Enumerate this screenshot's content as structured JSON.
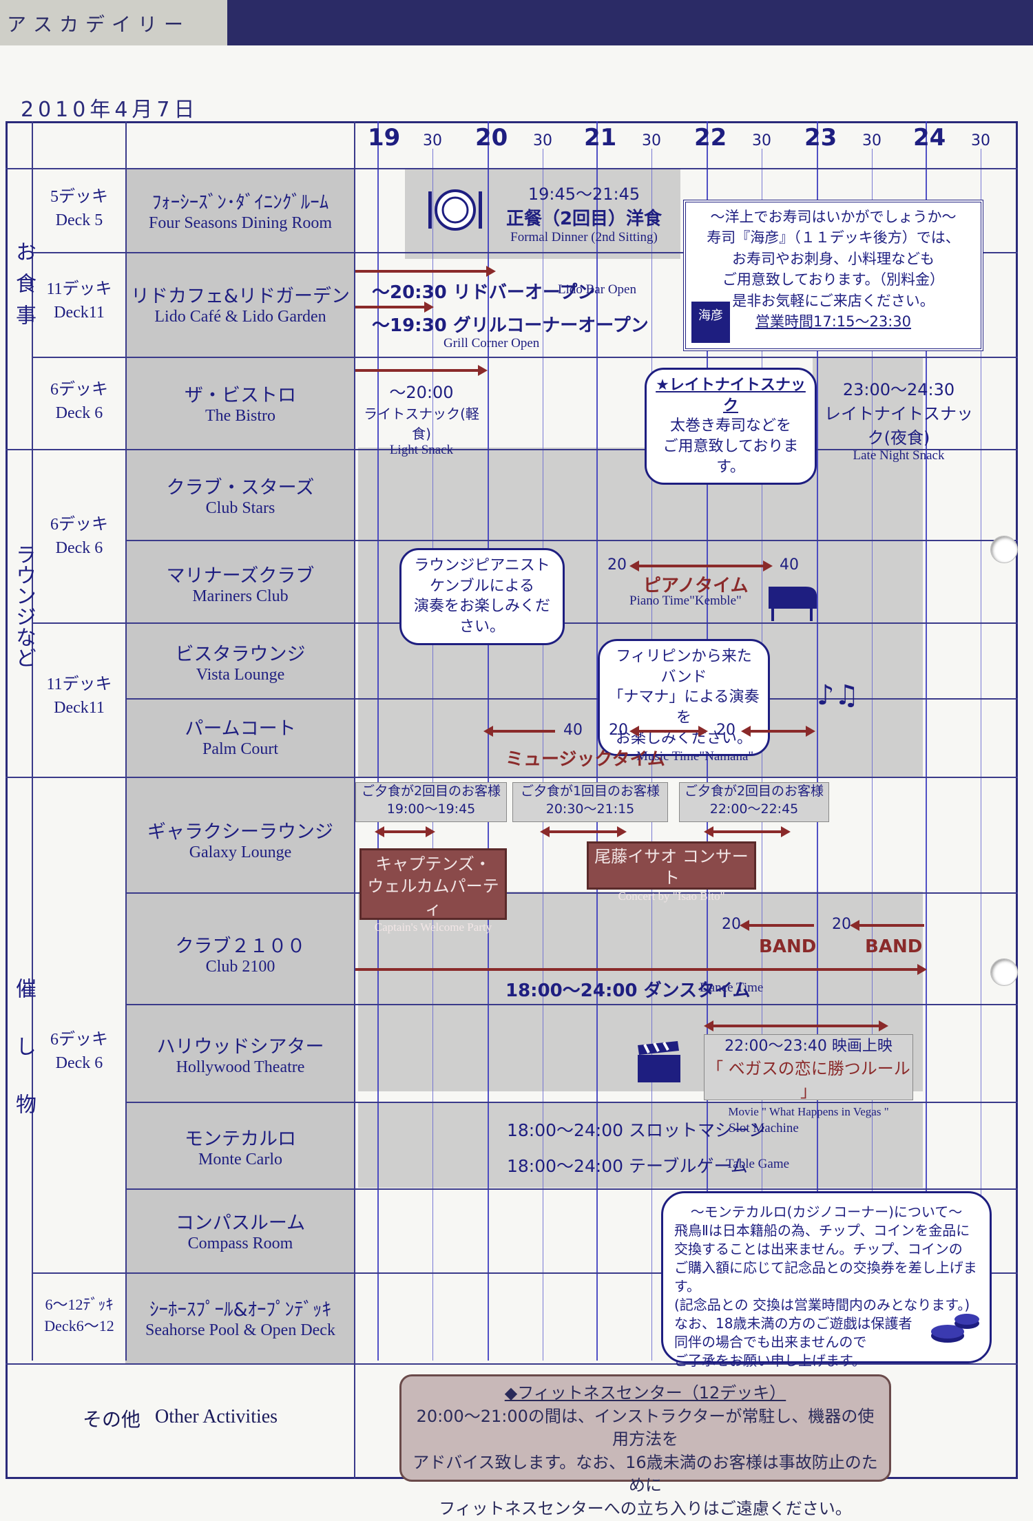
{
  "header": {
    "logo_text": "アスカデイリー"
  },
  "date": "2010年4月7日",
  "timeline": {
    "hours": [
      "19",
      "20",
      "21",
      "22",
      "23",
      "24"
    ],
    "half": "30"
  },
  "categories": {
    "dining": "お食事",
    "lounge": "ラウンジなど",
    "events": "催し物",
    "other_jp": "その他",
    "other_en": "Other Activities"
  },
  "decks": {
    "d5": {
      "jp": "5デッキ",
      "en": "Deck 5"
    },
    "d11a": {
      "jp": "11デッキ",
      "en": "Deck11"
    },
    "d6a": {
      "jp": "6デッキ",
      "en": "Deck 6"
    },
    "d6b": {
      "jp": "6デッキ",
      "en": "Deck 6"
    },
    "d11b": {
      "jp": "11デッキ",
      "en": "Deck11"
    },
    "d6c": {
      "jp": "6デッキ",
      "en": "Deck 6"
    },
    "d612": {
      "jp": "6〜12ﾃﾞｯｷ",
      "en": "Deck6〜12"
    }
  },
  "venues": {
    "four_seasons": {
      "jp": "ﾌｫｰｼｰｽﾞﾝ･ﾀﾞｲﾆﾝｸﾞﾙｰﾑ",
      "en": "Four Seasons Dining Room"
    },
    "lido": {
      "jp": "リドカフェ&リドガーデン",
      "en": "Lido Café & Lido Garden"
    },
    "bistro": {
      "jp": "ザ・ビストロ",
      "en": "The Bistro"
    },
    "club_stars": {
      "jp": "クラブ・スターズ",
      "en": "Club Stars"
    },
    "mariners": {
      "jp": "マリナーズクラブ",
      "en": "Mariners Club"
    },
    "vista": {
      "jp": "ビスタラウンジ",
      "en": "Vista Lounge"
    },
    "palm": {
      "jp": "パームコート",
      "en": "Palm Court"
    },
    "galaxy": {
      "jp": "ギャラクシーラウンジ",
      "en": "Galaxy Lounge"
    },
    "club2100": {
      "jp": "クラブ２１００",
      "en": "Club 2100"
    },
    "hollywood": {
      "jp": "ハリウッドシアター",
      "en": "Hollywood Theatre"
    },
    "monte": {
      "jp": "モンテカルロ",
      "en": "Monte Carlo"
    },
    "compass": {
      "jp": "コンパスルーム",
      "en": "Compass Room"
    },
    "seahorse": {
      "jp": "ｼｰﾎｰｽﾌﾟｰﾙ&ｵｰﾌﾟﾝﾃﾞｯｷ",
      "en": "Seahorse Pool & Open Deck"
    }
  },
  "events": {
    "dinner_time": "19:45〜21:45",
    "dinner_jp": "正餐（2回目）洋食",
    "dinner_en": "Formal Dinner (2nd Sitting)",
    "lido_bar": "〜20:30 リドバーオープン",
    "lido_bar_en": "Lido Bar Open",
    "grill": "〜19:30 グリルコーナーオープン",
    "grill_en": "Grill Corner Open",
    "bistro_time": "〜20:00",
    "bistro_jp": "ライトスナック(軽食)",
    "bistro_en": "Light Snack",
    "late_title": "★レイトナイトスナック",
    "late_l1": "太巻き寿司などを",
    "late_l2": "ご用意致しております。",
    "late_time": "23:00〜24:30",
    "late_jp": "レイトナイトスナック(夜食)",
    "late_en": "Late Night Snack",
    "sushi_l1": "〜洋上でお寿司はいかがでしょうか〜",
    "sushi_l2": "寿司『海彦』（１１デッキ後方）では、",
    "sushi_l3": "お寿司やお刺身、小料理なども",
    "sushi_l4": "ご用意致しております。（別料金）",
    "sushi_l5": "是非お気軽にご来店ください。",
    "sushi_hours": "営業時間17:15〜23:30",
    "sushi_logo": "海彦",
    "pianist_l1": "ラウンジピアニスト",
    "pianist_l2": "ケンブルによる",
    "pianist_l3": "演奏をお楽しみください。",
    "piano_start": "20",
    "piano_end": "40",
    "piano_jp": "ピアノタイム",
    "piano_en": "Piano Time\"Kemble\"",
    "band_l1": "フィリピンから来たバンド",
    "band_l2": "「ナマナ」による演奏を",
    "band_l3": "お楽しみください。",
    "music_40": "40",
    "music_20a": "20",
    "music_20b": "20",
    "music_jp": "ミュージックタイム",
    "music_en": "Music Time\"Namana\"",
    "g1_l1": "ご夕食が2回目のお客様",
    "g1_l2": "19:00〜19:45",
    "g2_l1": "ご夕食が1回目のお客様",
    "g2_l2": "20:30〜21:15",
    "g3_l1": "ご夕食が2回目のお客様",
    "g3_l2": "22:00〜22:45",
    "captain_l1": "キャプテンズ・",
    "captain_l2": "ウェルカムパーティ",
    "captain_en": "Captain's Welcome Party",
    "concert_jp": "尾藤イサオ コンサート",
    "concert_en": "Concert by \"Isao Bito\"",
    "band20a": "20",
    "band20b": "20",
    "band_lbl_a": "BAND",
    "band_lbl_b": "BAND",
    "dance": "18:00〜24:00 ダンスタイム",
    "dance_en": "Dance Time",
    "movie_time": "22:00〜23:40 映画上映",
    "movie_jp": "「 ベガスの恋に勝つルール 」",
    "movie_en": "Movie \" What Happens in Vegas \"",
    "slot": "18:00〜24:00 スロットマシーン",
    "slot_en": "Slot Machine",
    "table": "18:00〜24:00 テーブルゲーム",
    "table_en": "Table Game",
    "casino_l1": "〜モンテカルロ(カジノコーナー)について〜",
    "casino_l2": "飛鳥Ⅱは日本籍船の為、チップ、コインを金品に",
    "casino_l3": "交換することは出来ません。チップ、コインの",
    "casino_l4": "ご購入額に応じて記念品との交換券を差し上げます。",
    "casino_l5": "(記念品との 交換は営業時間内のみとなります。)",
    "casino_l6": "なお、18歳未満の方のご遊戯は保護者",
    "casino_l7": "同伴の場合でも出来ませんので",
    "casino_l8": "ご了承をお願い申し上げます。",
    "fit_title": "◆フィットネスセンター（12デッキ）",
    "fit_l1": "20:00〜21:00の間は、インストラクターが常駐し、機器の使用方法を",
    "fit_l2": "アドバイス致します。なお、16歳未満のお客様は事故防止のために",
    "fit_l3": "フィットネスセンターへの立ち入りはご遠慮ください。"
  }
}
